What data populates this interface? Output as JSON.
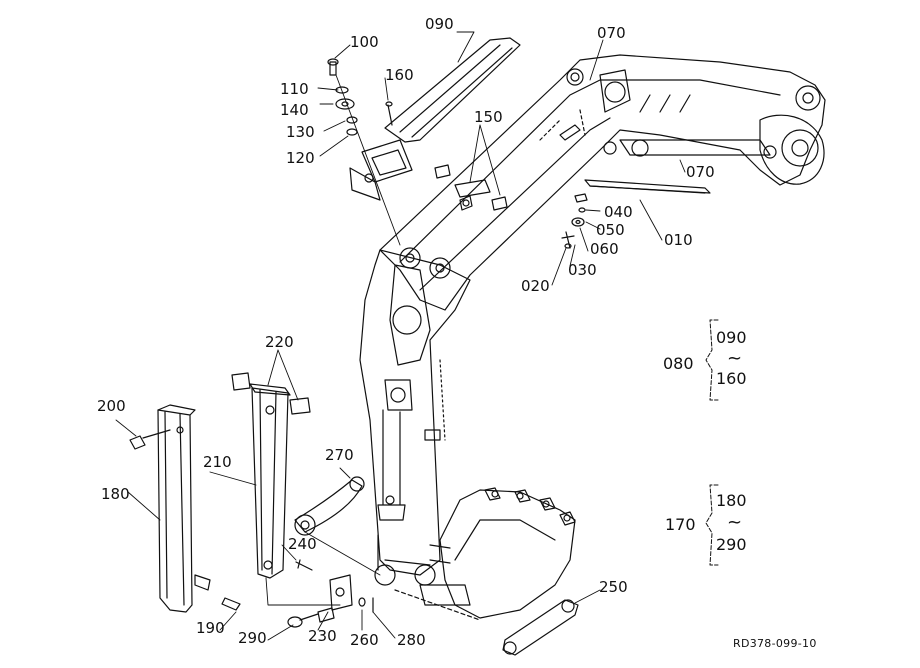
{
  "parts": {
    "p090": "090",
    "p070a": "070",
    "p070b": "070",
    "p100": "100",
    "p110": "110",
    "p140": "140",
    "p130": "130",
    "p120": "120",
    "p160": "160",
    "p150": "150",
    "p040": "040",
    "p050": "050",
    "p060": "060",
    "p030": "030",
    "p020": "020",
    "p010": "010",
    "p220": "220",
    "p200": "200",
    "p210": "210",
    "p180": "180",
    "p270": "270",
    "p240": "240",
    "p190": "190",
    "p290": "290",
    "p230": "230",
    "p260": "260",
    "p280": "280",
    "p250": "250"
  },
  "groups": [
    {
      "label": "080",
      "from": "090",
      "sep": "~",
      "to": "160"
    },
    {
      "label": "170",
      "from": "180",
      "sep": "~",
      "to": "290"
    }
  ],
  "drawing_ref": "RD378-099-10",
  "colors": {
    "line": "#111111",
    "background": "#ffffff"
  }
}
